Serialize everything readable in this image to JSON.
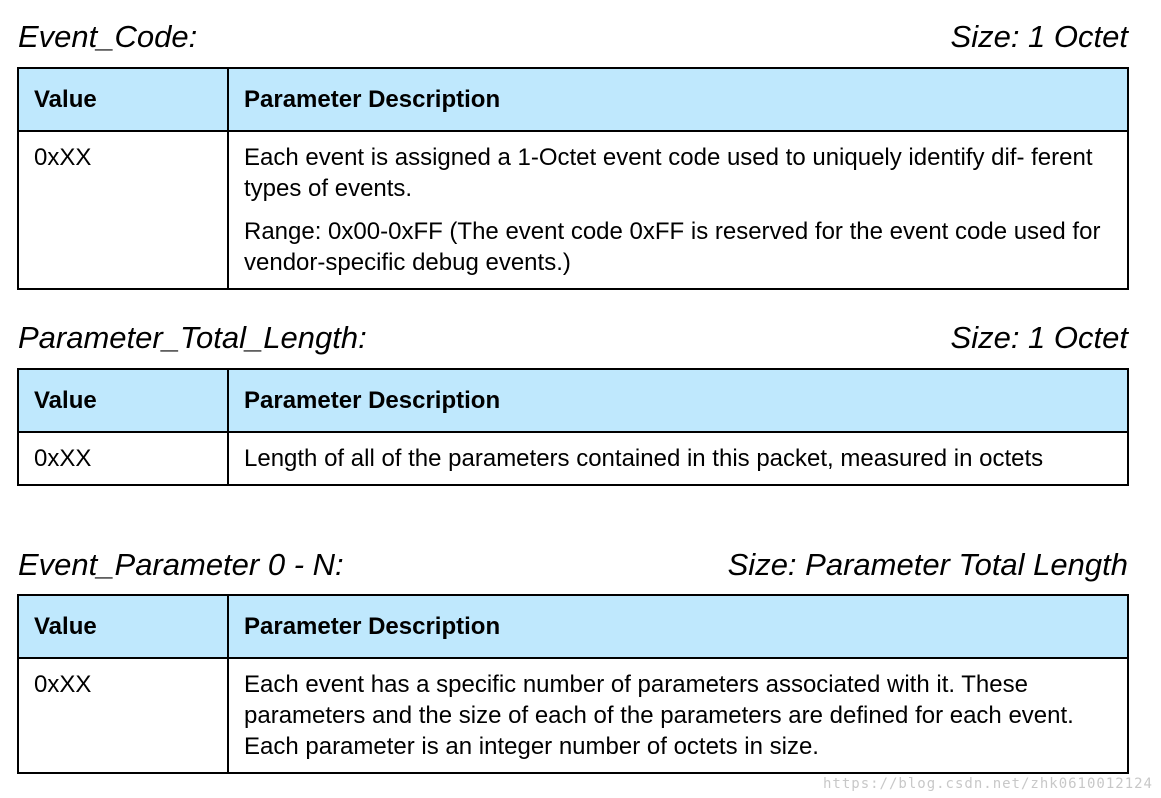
{
  "sections": [
    {
      "name": "Event_Code:",
      "size": "Size: 1 Octet",
      "header": {
        "value": "Value",
        "description": "Parameter Description"
      },
      "row": {
        "value": "0xXX",
        "paragraphs": [
          "Each event is assigned a 1-Octet event code used to uniquely identify dif- ferent types of events.",
          "Range: 0x00-0xFF (The event code 0xFF is reserved for the event code used for vendor-specific debug events.)"
        ]
      }
    },
    {
      "name": "Parameter_Total_Length:",
      "size": "Size: 1 Octet",
      "header": {
        "value": "Value",
        "description": "Parameter Description"
      },
      "row": {
        "value": "0xXX",
        "paragraphs": [
          "Length of all of the parameters contained in this packet, measured in octets"
        ]
      }
    },
    {
      "name": "Event_Parameter 0 - N:",
      "size": "Size: Parameter Total Length",
      "header": {
        "value": "Value",
        "description": "Parameter Description"
      },
      "row": {
        "value": "0xXX",
        "paragraphs": [
          "Each event has a specific number of parameters associated with it. These parameters and the size of each of the parameters are defined for each event. Each parameter is an integer number of octets in size."
        ]
      }
    }
  ],
  "watermark": "https://blog.csdn.net/zhk0610012124"
}
